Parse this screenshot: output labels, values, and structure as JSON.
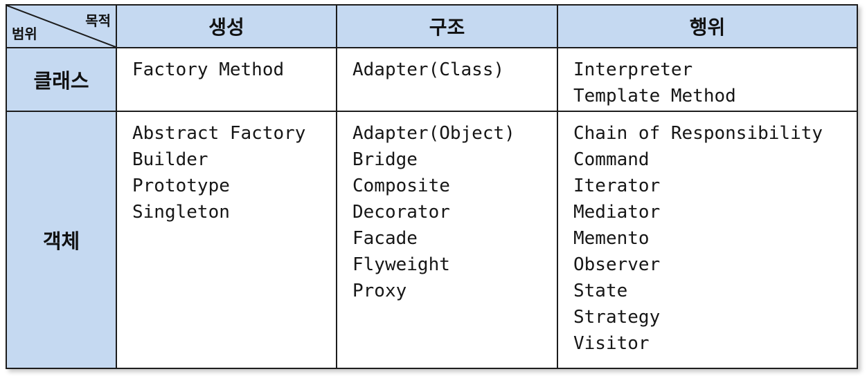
{
  "table": {
    "corner": {
      "purpose_label": "목적",
      "scope_label": "범위"
    },
    "column_headers": [
      "생성",
      "구조",
      "행위"
    ],
    "rows": [
      {
        "scope": "클래스",
        "cells": [
          [
            "Factory Method"
          ],
          [
            "Adapter(Class)"
          ],
          [
            "Interpreter",
            "Template Method"
          ]
        ]
      },
      {
        "scope": "객체",
        "cells": [
          [
            "Abstract Factory",
            "Builder",
            "Prototype",
            "Singleton"
          ],
          [
            "Adapter(Object)",
            "Bridge",
            "Composite",
            "Decorator",
            "Facade",
            "Flyweight",
            "Proxy"
          ],
          [
            "Chain of Responsibility",
            "Command",
            "Iterator",
            "Mediator",
            "Memento",
            "Observer",
            "State",
            "Strategy",
            "Visitor"
          ]
        ]
      }
    ],
    "colors": {
      "header_bg": "#c5d9f1",
      "border": "#1c1c1c",
      "text": "#161616"
    }
  }
}
